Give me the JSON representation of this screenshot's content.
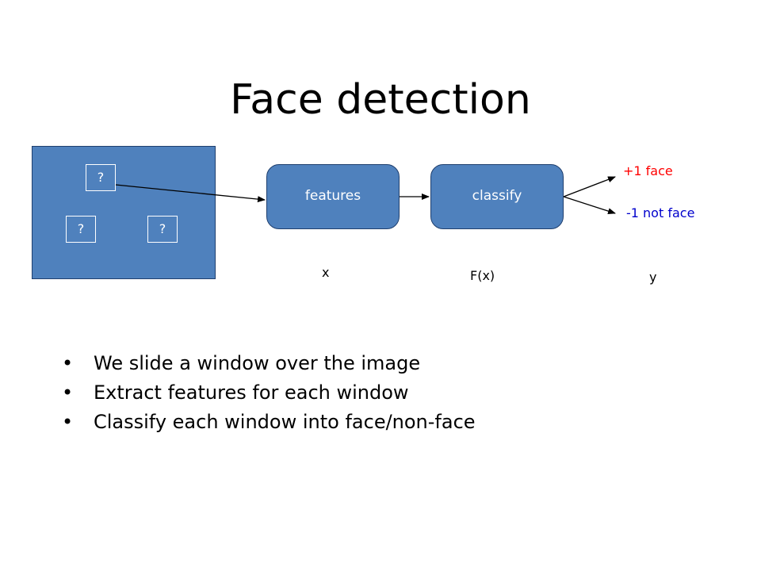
{
  "slide": {
    "title": "Face detection",
    "colors": {
      "box_fill": "#4f81bd",
      "box_border": "#1f3f6e",
      "positive": "#ff0000",
      "negative": "#0000cc"
    }
  },
  "diagram": {
    "windows": [
      "?",
      "?",
      "?"
    ],
    "features_label": "features",
    "classify_label": "classify",
    "outputs": {
      "positive": "+1 face",
      "negative": "-1 not face"
    },
    "variables": {
      "x": "x",
      "fx": "F(x)",
      "y": "y"
    }
  },
  "bullets": [
    "We slide a window over the image",
    "Extract features for each window",
    "Classify each window into face/non-face"
  ],
  "bullet_glyph": "•"
}
